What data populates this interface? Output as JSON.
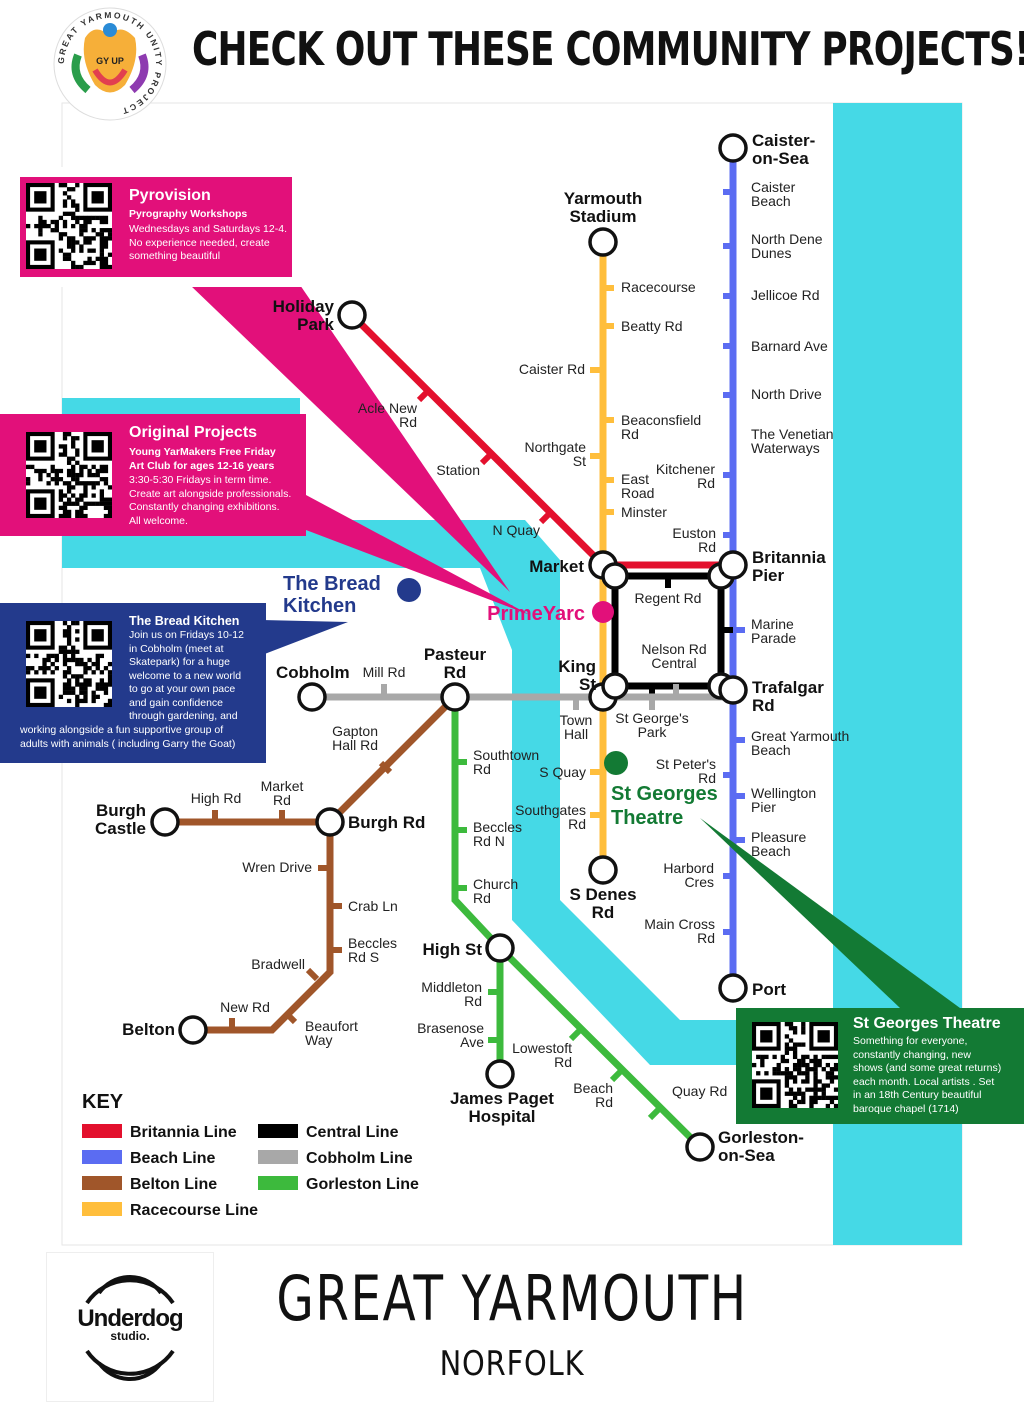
{
  "header": {
    "title": "CHECK OUT THESE COMMUNITY PROJECTS!",
    "logo_text": "GREAT YARMOUTH UNITY PROJECT",
    "logo_badge": "GY UP"
  },
  "panels": {
    "pyrovision": {
      "title": "Pyrovision",
      "subtitle": "Pyrography Workshops",
      "lines": [
        "Wednesdays and Saturdays 12-4.",
        "No experience needed, create",
        "something beautiful"
      ]
    },
    "original": {
      "title": "Original Projects",
      "subtitle1": "Young YarMakers Free Friday",
      "subtitle2": "Art Club for ages 12-16 years",
      "lines": [
        "3:30-5:30 Fridays in term time.",
        "Create art alongside professionals.",
        "Constantly changing exhibitions.",
        "All welcome."
      ]
    },
    "bread": {
      "title": "The Bread Kitchen",
      "lines": [
        "Join us on Fridays 10-12",
        "in Cobholm (meet at",
        "Skatepark) for a huge",
        "welcome to a new world",
        "to go at your own pace",
        "and gain confidence",
        "through gardening, and"
      ],
      "lines_wide": [
        "working alongside a fun supportive group of",
        "adults with animals ( including Garry the Goat)"
      ]
    },
    "stgeorges": {
      "title": "St Georges Theatre",
      "lines": [
        "Something for everyone,",
        "constantly changing, new",
        "shows (and some great returns)",
        "each month. Local artists . Set",
        "in an 18th Century beautiful",
        "baroque chapel (1714)"
      ]
    }
  },
  "places": {
    "bread_kitchen": [
      "The Bread",
      "Kitchen"
    ],
    "prime_yarc": "PrimeYarc",
    "st_georges": [
      "St Georges",
      "Theatre"
    ]
  },
  "stations": {
    "caister": [
      "Caister-",
      "on-Sea"
    ],
    "caister_beach": [
      "Caister",
      "Beach"
    ],
    "north_dene": [
      "North Dene",
      "Dunes"
    ],
    "jellicoe": "Jellicoe Rd",
    "barnard": "Barnard Ave",
    "north_drive": "North Drive",
    "venetian": [
      "The Venetian",
      "Waterways"
    ],
    "kitchener": [
      "Kitchener",
      "Rd"
    ],
    "euston": [
      "Euston",
      "Rd"
    ],
    "britannia": [
      "Britannia",
      "Pier"
    ],
    "marine": [
      "Marine",
      "Parade"
    ],
    "trafalgar": [
      "Trafalgar",
      "Rd"
    ],
    "gy_beach": [
      "Great Yarmouth",
      "Beach"
    ],
    "wellington": [
      "Wellington",
      "Pier"
    ],
    "pleasure": [
      "Pleasure",
      "Beach"
    ],
    "harbord": [
      "Harbord",
      "Cres"
    ],
    "main_cross": [
      "Main Cross",
      "Rd"
    ],
    "port": "Port",
    "stadium": [
      "Yarmouth",
      "Stadium"
    ],
    "racecourse": "Racecourse",
    "beatty": "Beatty Rd",
    "caister_rd": "Caister Rd",
    "beaconsfield": [
      "Beaconsfield",
      "Rd"
    ],
    "northgate": [
      "Northgate",
      "St"
    ],
    "east_road": [
      "East",
      "Road"
    ],
    "minster": "Minster",
    "market": "Market",
    "regent": "Regent Rd",
    "nelson": [
      "Nelson Rd",
      "Central"
    ],
    "king_st": [
      "King",
      "St"
    ],
    "town_hall": [
      "Town",
      "Hall"
    ],
    "st_georges_park": [
      "St George's",
      "Park"
    ],
    "st_peters": [
      "St Peter's",
      "Rd"
    ],
    "s_quay": "S Quay",
    "southgates": [
      "Southgates",
      "Rd"
    ],
    "s_denes": [
      "S Denes",
      "Rd"
    ],
    "holiday_park": [
      "Holiday",
      "Park"
    ],
    "acle": [
      "Acle New",
      "Rd"
    ],
    "station": "Station",
    "n_quay": "N Quay",
    "cobholm": "Cobholm",
    "mill_rd": "Mill Rd",
    "pasteur": [
      "Pasteur",
      "Rd"
    ],
    "gapton": [
      "Gapton",
      "Hall Rd"
    ],
    "southtown": [
      "Southtown",
      "Rd"
    ],
    "beccles_n": [
      "Beccles",
      "Rd N"
    ],
    "church": [
      "Church",
      "Rd"
    ],
    "high_st": "High St",
    "middleton": [
      "Middleton",
      "Rd"
    ],
    "brasenose": [
      "Brasenose",
      "Ave"
    ],
    "lowestoft": [
      "Lowestoft",
      "Rd"
    ],
    "james_paget": [
      "James Paget",
      "Hospital"
    ],
    "beach_rd": [
      "Beach",
      "Rd"
    ],
    "quay_rd": "Quay Rd",
    "gorleston": [
      "Gorleston-",
      "on-Sea"
    ],
    "burgh_castle": [
      "Burgh",
      "Castle"
    ],
    "high_rd": "High Rd",
    "market_rd": [
      "Market",
      "Rd"
    ],
    "burgh_rd": "Burgh Rd",
    "wren": "Wren Drive",
    "crab": "Crab Ln",
    "beccles_s": [
      "Beccles",
      "Rd S"
    ],
    "bradwell": "Bradwell",
    "new_rd": "New Rd",
    "belton": "Belton",
    "beaufort": [
      "Beaufort",
      "Way"
    ]
  },
  "key": {
    "title": "KEY",
    "items": [
      {
        "label": "Britannia Line",
        "color": "#e3102d"
      },
      {
        "label": "Beach Line",
        "color": "#5b6cf2"
      },
      {
        "label": "Belton Line",
        "color": "#a0562a"
      },
      {
        "label": "Racecourse Line",
        "color": "#ffbe3c"
      },
      {
        "label": "Central Line",
        "color": "#000000"
      },
      {
        "label": "Cobholm Line",
        "color": "#a8a8a8"
      },
      {
        "label": "Gorleston Line",
        "color": "#3dba3d"
      }
    ]
  },
  "footer": {
    "title": "GREAT YARMOUTH",
    "subtitle": "NORFOLK",
    "studio": "Underdog",
    "studio_sub": "studio."
  },
  "colors": {
    "water": "#45d9e6",
    "magenta": "#e2107a",
    "navy": "#233a8c",
    "green": "#137a34"
  }
}
